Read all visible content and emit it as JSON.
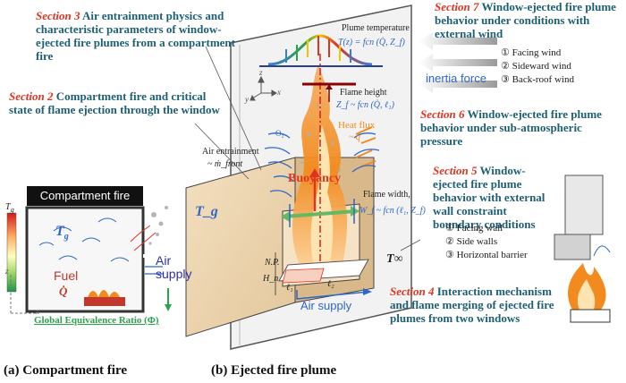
{
  "sections": {
    "s3": {
      "num": "Section 3",
      "text": " Air entrainment physics and characteristic parameters of window-ejected fire plumes from a compartment fire"
    },
    "s2": {
      "num": "Section 2",
      "text": " Compartment fire and critical state of flame ejection through the window"
    },
    "s7": {
      "num": "Section 7",
      "text": " Window-ejected fire plume behavior under conditions with external wind"
    },
    "s6": {
      "num": "Section  6",
      "text": " Window-ejected fire plume behavior under sub-atmospheric pressure"
    },
    "s5": {
      "num": "Section 5",
      "text": " Window-ejected fire plume behavior with external wall constraint boundary conditions"
    },
    "s4": {
      "num": "Section 4",
      "text": " Interaction mechanism and flame merging of ejected fire plumes from two windows"
    }
  },
  "wind_list": [
    "① Facing wind",
    "② Sideward wind",
    "③ Back-roof wind"
  ],
  "wall_list": [
    "① Facing wall",
    "② Side walls",
    "③ Horizontal barrier"
  ],
  "inertia_force": "inertia force",
  "compartment": {
    "title": "Compartment fire",
    "tg_scale": "T",
    "tg_sub": "g",
    "fuel": "Fuel",
    "q": "Q̇",
    "air_supply": "Air supply",
    "equiv": "Global Equivalence Ratio (Φ)",
    "axis_z": "z",
    "axis_x": "x"
  },
  "plume": {
    "plume_temp": "Plume temperature",
    "plume_formula": "T(z) = fcn (Q̇, Z_f)",
    "flame_height": "Flame height",
    "flame_height_formula": "Z_f ~ fcn (Q̇, ℓ₁)",
    "heat_flux": "Heat flux",
    "heat_flux_sym": "~ q̇",
    "air_entrainment": "Air entrainment",
    "air_entrainment_sym": "~ ṁ_front",
    "o2": "O₂",
    "buoyancy": "Buoyancy",
    "flame_width": "Flame width,",
    "flame_width_formula": "W_f ~ fcn (ℓ₁, Z_f)",
    "tg": "T_g",
    "np": "N.P.",
    "hn": "H_n",
    "l1": "ℓ₁",
    "l2": "ℓ₂",
    "t_inf": "T∞",
    "air_supply": "Air supply",
    "axis_z": "z",
    "axis_y": "y",
    "axis_x": "x"
  },
  "captions": {
    "a": "(a) Compartment fire",
    "b": "(b) Ejected fire plume"
  },
  "colors": {
    "section_red": "#e0341f",
    "text_teal": "#1e5f74",
    "air_blue": "#2f66c9",
    "flame": "#f28a1d",
    "green": "#2ca24a"
  }
}
